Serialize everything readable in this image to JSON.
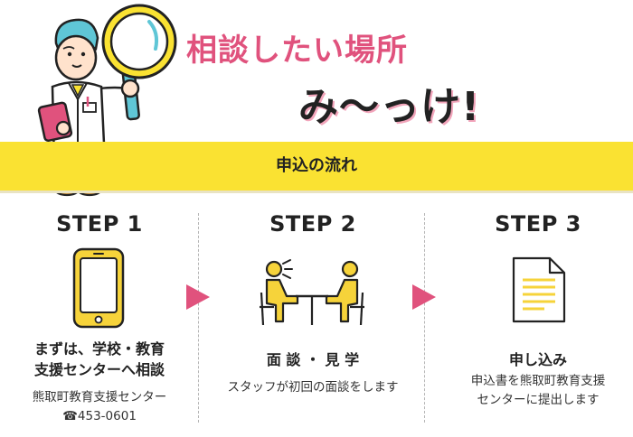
{
  "header": {
    "title": "相談したい場所",
    "catchphrase": "み〜っけ!"
  },
  "banner": {
    "title": "申込の流れ"
  },
  "steps": [
    {
      "label": "STEP 1",
      "main": [
        "まずは、学校・教育",
        "支援センターへ相談"
      ],
      "sub": [
        "熊取町教育支援センター",
        "☎453-0601"
      ]
    },
    {
      "label": "STEP 2",
      "main": [
        "面 談 ・ 見 学"
      ],
      "sub": [
        "スタッフが初回の面談をします"
      ]
    },
    {
      "label": "STEP 3",
      "main": [
        "申し込み"
      ],
      "sub": [
        "申込書を熊取町教育支援",
        "センターに提出します"
      ]
    }
  ],
  "colors": {
    "accent_pink": "#e0527d",
    "banner_yellow": "#fae232",
    "icon_yellow": "#f6d33a"
  },
  "icons": [
    "doctor-with-magnifier-illustration",
    "smartphone-icon",
    "meeting-people-icon",
    "document-icon",
    "arrow-right-icon"
  ]
}
